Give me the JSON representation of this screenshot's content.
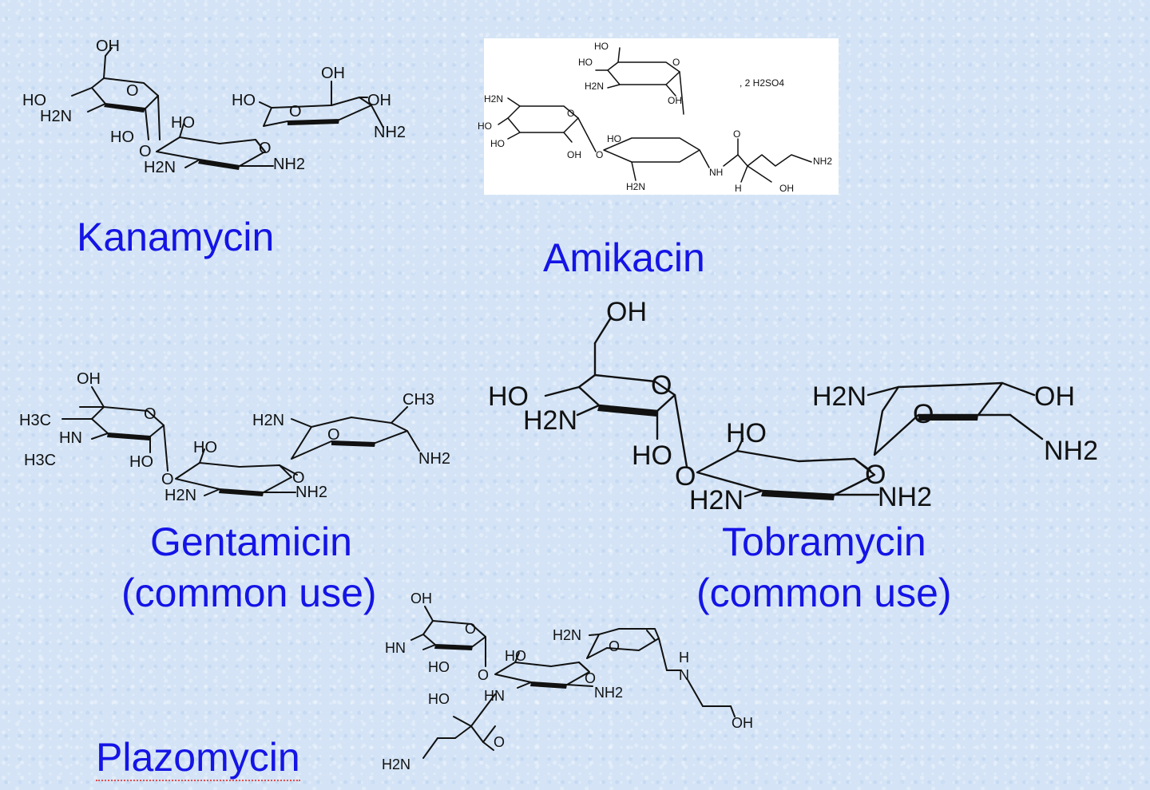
{
  "compounds": {
    "kanamycin": {
      "name": "Kanamycin",
      "atoms": [
        "OH",
        "HO",
        "H2N",
        "HO",
        "O",
        "O",
        "HO",
        "H2N",
        "NH2",
        "O",
        "OH",
        "HO",
        "OH",
        "O",
        "NH2"
      ]
    },
    "amikacin": {
      "name": "Amikacin",
      "salt": ", 2 H2SO4",
      "atoms": [
        "HO",
        "HO",
        "H2N",
        "O",
        "OH",
        "H2N",
        "HO",
        "HO",
        "O",
        "OH",
        "O",
        "HO",
        "H2N",
        "NH",
        "O",
        "H",
        "OH",
        "NH2"
      ]
    },
    "gentamicin": {
      "name": "Gentamicin",
      "note": "(common use)",
      "atoms": [
        "OH",
        "H3C",
        "HN",
        "H3C",
        "O",
        "HO",
        "O",
        "HO",
        "H2N",
        "NH2",
        "O",
        "H2N",
        "O",
        "CH3",
        "NH2"
      ]
    },
    "tobramycin": {
      "name": "Tobramycin",
      "note": "(common use)",
      "atoms": [
        "OH",
        "HO",
        "H2N",
        "O",
        "HO",
        "O",
        "HO",
        "H2N",
        "NH2",
        "O",
        "H2N",
        "O",
        "OH",
        "NH2"
      ]
    },
    "plazomycin": {
      "name": "Plazomycin",
      "atoms": [
        "OH",
        "HN",
        "O",
        "HO",
        "O",
        "HO",
        "HN",
        "NH2",
        "O",
        "H2N",
        "O",
        "H",
        "N",
        "OH",
        "HO",
        "O",
        "H2N"
      ]
    }
  }
}
